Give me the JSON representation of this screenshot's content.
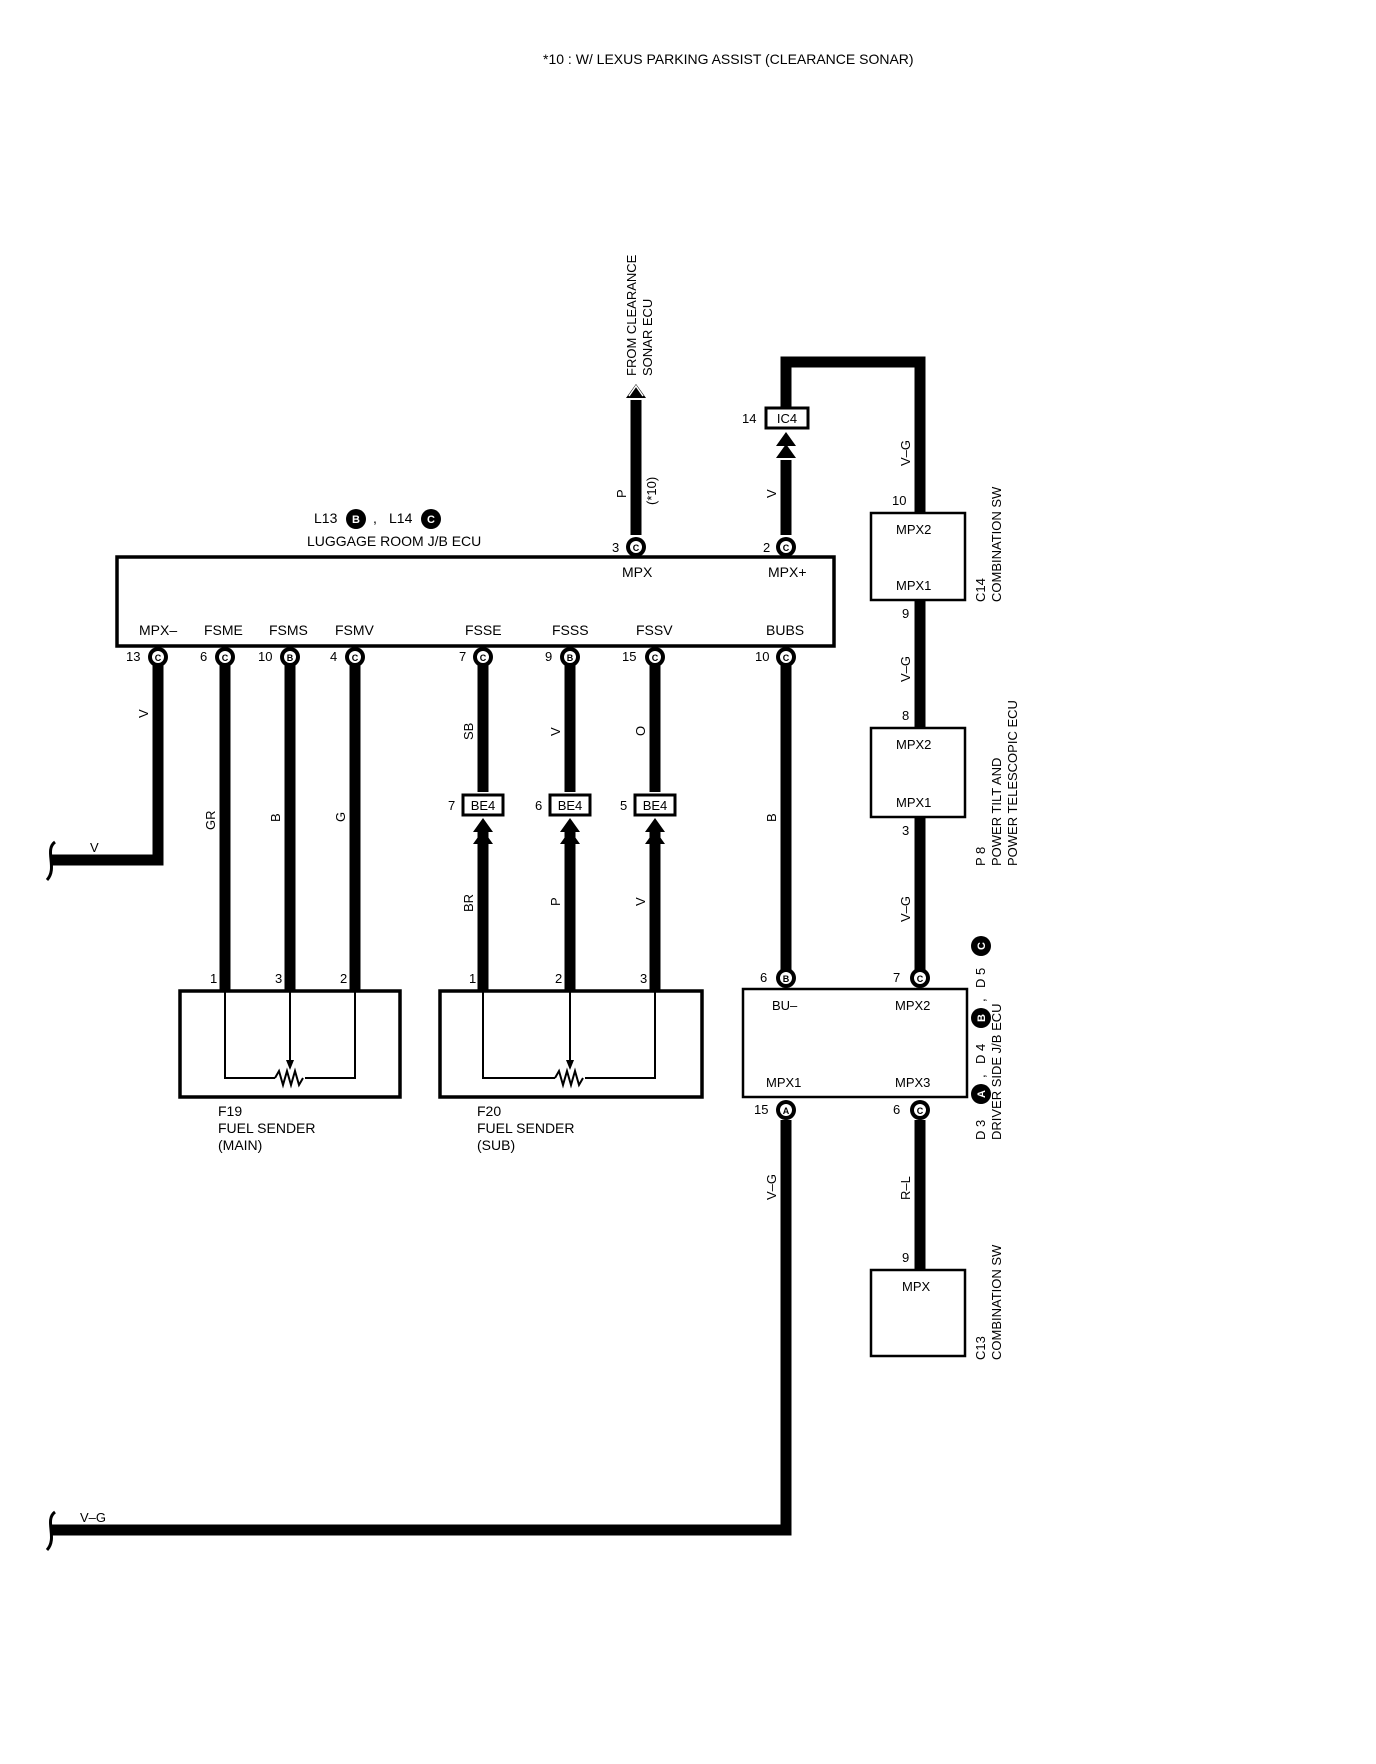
{
  "footnote": "*10 : W/ LEXUS PARKING ASSIST (CLEARANCE SONAR)",
  "luggage_ecu": {
    "name": "LUGGAGE ROOM J/B ECU",
    "conn1": "L13",
    "conn1_letter": "B",
    "conn2": "L14",
    "conn2_letter": "C",
    "separator": ",",
    "top_terminals": [
      {
        "label": "MPX",
        "pin": "3",
        "letter": "C"
      },
      {
        "label": "MPX+",
        "pin": "2",
        "letter": "C"
      }
    ],
    "bottom_terminals": [
      {
        "label": "MPX–",
        "pin": "13",
        "letter": "C",
        "wire": "V"
      },
      {
        "label": "FSME",
        "pin": "6",
        "letter": "C",
        "wire": "GR"
      },
      {
        "label": "FSMS",
        "pin": "10",
        "letter": "B",
        "wire": "B"
      },
      {
        "label": "FSMV",
        "pin": "4",
        "letter": "C",
        "wire": "G"
      },
      {
        "label": "FSSE",
        "pin": "7",
        "letter": "C",
        "wire": "SB"
      },
      {
        "label": "FSSS",
        "pin": "9",
        "letter": "B",
        "wire": "V"
      },
      {
        "label": "FSSV",
        "pin": "15",
        "letter": "C",
        "wire": "O"
      },
      {
        "label": "BUBS",
        "pin": "10",
        "letter": "C",
        "wire": "B"
      }
    ]
  },
  "clearance": {
    "line1": "FROM CLEARANCE",
    "line2": "SONAR ECU",
    "wire": "P",
    "note": "(*10)"
  },
  "ic4": {
    "name": "IC4",
    "pin": "14",
    "wire": "V"
  },
  "be4": [
    {
      "name": "BE4",
      "pin": "7",
      "wire_below": "BR"
    },
    {
      "name": "BE4",
      "pin": "6",
      "wire_below": "P"
    },
    {
      "name": "BE4",
      "pin": "5",
      "wire_below": "V"
    }
  ],
  "left_wires": {
    "upper": "V",
    "lower": "V–G"
  },
  "f19": {
    "code": "F19",
    "name": "FUEL SENDER",
    "sub": "(MAIN)",
    "pins": [
      "1",
      "3",
      "2"
    ]
  },
  "f20": {
    "code": "F20",
    "name": "FUEL SENDER",
    "sub": "(SUB)",
    "pins": [
      "1",
      "2",
      "3"
    ]
  },
  "c14": {
    "code": "C14",
    "name": "COMBINATION SW",
    "terminal_top": "MPX2",
    "terminal_bottom": "MPX1",
    "pin_top": "10",
    "pin_bottom": "9",
    "wire_above": "V–G",
    "wire_below": "V–G"
  },
  "p8": {
    "code": "P 8",
    "name_line1": "POWER TILT AND",
    "name_line2": "POWER TELESCOPIC ECU",
    "terminal_top": "MPX2",
    "terminal_bottom": "MPX1",
    "pin_top": "8",
    "pin_bottom": "3",
    "wire_below": "V–G"
  },
  "driver_jb": {
    "name": "DRIVER SIDE J/B ECU",
    "d3": "D 3",
    "d3_letter": "A",
    "d4": "D 4",
    "d4_letter": "B",
    "d5": "D 5",
    "d5_letter": "C",
    "separator": ",",
    "bu": {
      "label": "BU–",
      "pin": "6",
      "letter": "B"
    },
    "mpx2": {
      "label": "MPX2",
      "pin": "7",
      "letter": "C"
    },
    "mpx1": {
      "label": "MPX1",
      "pin": "15",
      "letter": "A",
      "wire": "V–G"
    },
    "mpx3": {
      "label": "MPX3",
      "pin": "6",
      "letter": "C",
      "wire": "R–L"
    }
  },
  "c13": {
    "code": "C13",
    "name": "COMBINATION SW",
    "terminal": "MPX",
    "pin": "9"
  }
}
